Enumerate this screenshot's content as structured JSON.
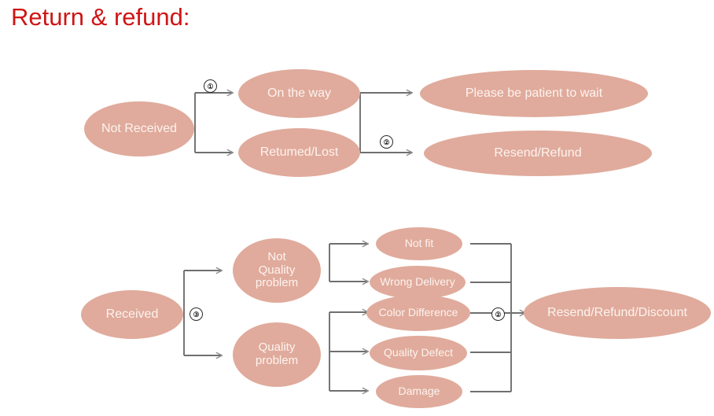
{
  "page": {
    "title": "Return & refund:",
    "title_color": "#cf1515",
    "background": "#ffffff",
    "node_fill": "#e0ab9c",
    "node_text_color": "#fdf3ef",
    "connector_color": "#808080"
  },
  "flow_top": {
    "name": "not-received-flow",
    "start": {
      "label": "Not Received"
    },
    "branch_marker": "①",
    "branches": [
      {
        "label": "On the way"
      },
      {
        "label": "Retumed/Lost"
      }
    ],
    "outcome_marker": "②",
    "outcomes": [
      {
        "label": "Please be patient to wait"
      },
      {
        "label": "Resend/Refund"
      }
    ]
  },
  "flow_bottom": {
    "name": "received-flow",
    "start": {
      "label": "Received"
    },
    "branch_marker": "③",
    "branches": [
      {
        "label": "Not\nQuality\nproblem"
      },
      {
        "label": "Quality\nproblem"
      }
    ],
    "reasons": [
      {
        "label": "Not fit"
      },
      {
        "label": "Wrong Delivery"
      },
      {
        "label": "Color Difference"
      },
      {
        "label": "Quality Defect"
      },
      {
        "label": "Damage"
      }
    ],
    "outcome_marker": "②",
    "outcome": {
      "label": "Resend/Refund/Discount"
    }
  }
}
